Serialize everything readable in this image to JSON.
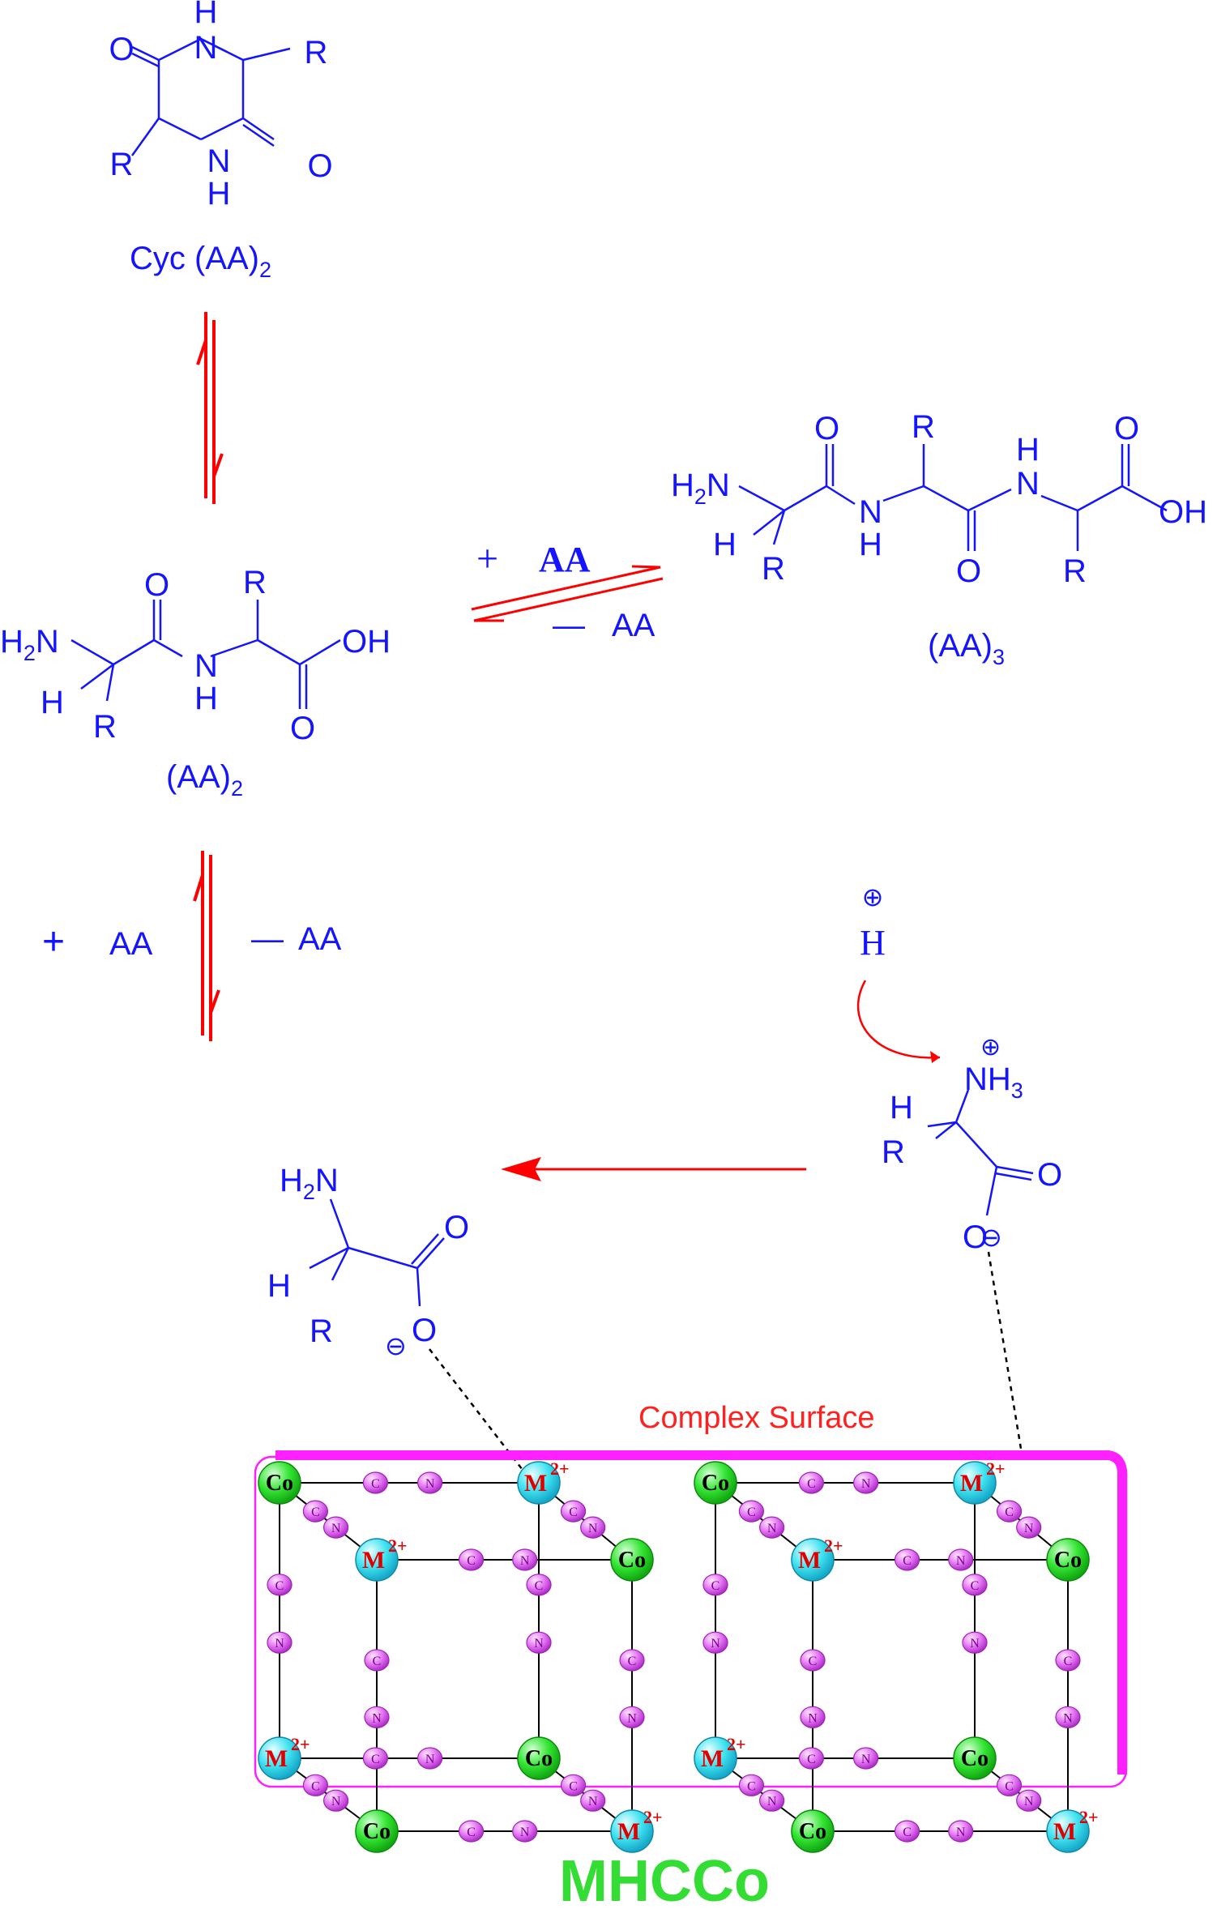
{
  "colors": {
    "molecule": "#1414ff",
    "arrow": "#ff0000",
    "frame": "#ff20ff",
    "cobalt": "#2ee82e",
    "metal": "#34e0f0",
    "ligand": "#e070f0",
    "title": "#33dd33",
    "metal_label": "#e00000",
    "surface_label": "#ff2020"
  },
  "cyclic_dipeptide": {
    "label": "Cyc (AA)",
    "label_sub": "2",
    "atoms": {
      "h_top": "H",
      "n_top": "N",
      "o_left": "O",
      "r_right": "R",
      "r_left": "R",
      "n_bottom": "N",
      "o_right": "O",
      "h_bottom": "H"
    }
  },
  "dipeptide": {
    "label": "(AA)",
    "label_sub": "2",
    "atoms": {
      "h2n": "H",
      "h2n_sub": "2",
      "h2n_n": "N",
      "h": "H",
      "r_alpha": "R",
      "o_carbonyl": "O",
      "n_amide": "N",
      "h_amide": "H",
      "r_top": "R",
      "oh": "OH",
      "o_acid": "O"
    }
  },
  "tripeptide": {
    "label": "(AA)",
    "label_sub": "3",
    "atoms": {
      "h2n": "H",
      "h2n_sub": "2",
      "h2n_n": "N",
      "h": "H",
      "r1": "R",
      "o1": "O",
      "nh1_n": "N",
      "nh1_h": "H",
      "r2": "R",
      "o2": "O",
      "nh2_h": "H",
      "nh2_n": "N",
      "r3": "R",
      "o3": "O",
      "oh": "OH"
    }
  },
  "equilibrium_right": {
    "plus": "+",
    "plus_aa": "AA",
    "minus": "—",
    "minus_aa": "AA"
  },
  "equilibrium_down": {
    "plus": "+",
    "plus_aa": "AA",
    "minus": "—",
    "minus_aa": "AA"
  },
  "proton": {
    "symbol": "H",
    "charge": "⊕"
  },
  "zwitterion": {
    "n": "NH",
    "n_sub": "3",
    "charge": "⊕",
    "h": "H",
    "r": "R",
    "o_double": "O",
    "o_single": "O",
    "o_charge": "⊖"
  },
  "adsorbed_amino_acid": {
    "h2n": "H",
    "h2n_sub": "2",
    "h2n_n": "N",
    "h": "H",
    "r": "R",
    "o_double": "O",
    "o_single": "O",
    "o_charge": "⊖"
  },
  "surface": {
    "label": "Complex Surface",
    "title": "MHCCo",
    "co_label": "Co",
    "metal_label": "M",
    "metal_charge": "2+",
    "ligand_c": "C",
    "ligand_n": "N"
  }
}
